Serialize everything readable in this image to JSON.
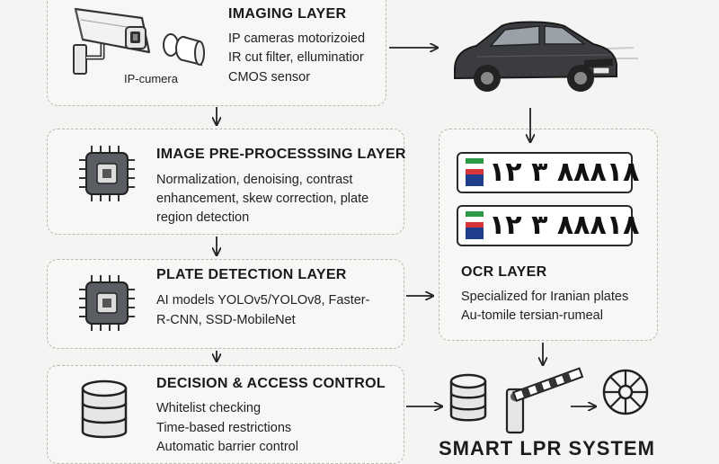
{
  "imaging": {
    "title": "IMAGING LAYER",
    "lines": [
      "IP cameras  motorizoied",
      "IR cut filter, elluminatior",
      "CMOS sensor"
    ],
    "camera_label": "IP-cumera"
  },
  "preprocessing": {
    "title": "IMAGE PRE-PROCESSSING LAYER",
    "lines": [
      "Normalization, denoising, contrast",
      "enhancement, skew correction,  plate",
      "region detection"
    ]
  },
  "plate_detection": {
    "title": "PLATE DETECTION LAYER",
    "lines": [
      "AI models YOLOv5/YOLOv8, Faster-",
      "R-CNN, SSD-MobileNet"
    ]
  },
  "decision": {
    "title": "DECISION & ACCESS CONTROL",
    "lines": [
      "Whitelist checking",
      "Time-based restrictions",
      "Automatic barrier control"
    ]
  },
  "ocr": {
    "title": "OCR LAYER",
    "lines": [
      "Specialized for Iranian plates",
      "Au-tomile tersian-rumeal"
    ],
    "plates": [
      "۱۲ ۳ ۸۸۸۱۸",
      "۱۲ ۳ ۸۸۸۱۸"
    ]
  },
  "footer": {
    "title": "SMART LPR SYSTEM"
  },
  "colors": {
    "flag_green": "#2e9a45",
    "flag_red": "#d8353a",
    "flag_white": "#ffffff"
  },
  "icons": [
    "cctv-camera-icon",
    "ir-lens-icon",
    "car-icon",
    "processor-chip-icon",
    "database-icon",
    "barrier-gate-icon",
    "network-hub-icon"
  ]
}
